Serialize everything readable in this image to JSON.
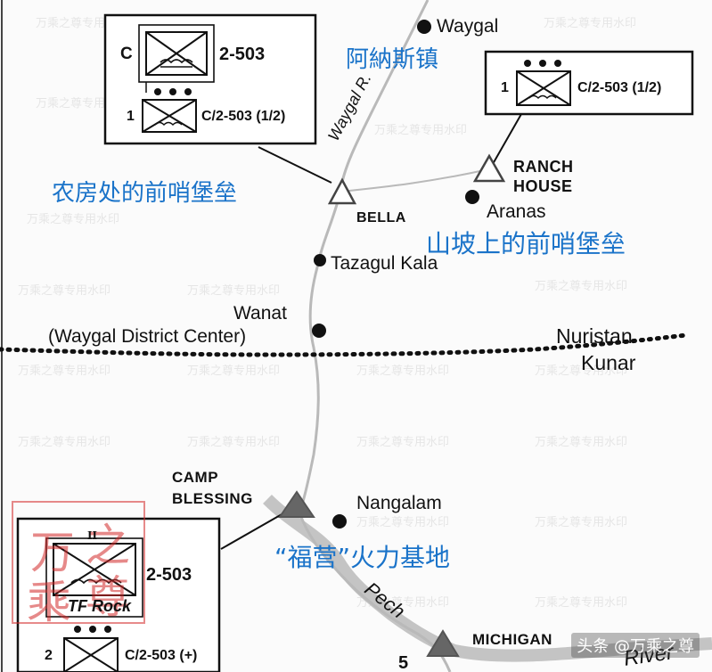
{
  "places": {
    "waygal": "Waygal",
    "bella": "BELLA",
    "ranch_house": "RANCH\nHOUSE",
    "aranas": "Aranas",
    "tazagul": "Tazagul Kala",
    "wanat": "Wanat",
    "wanat_sub": "(Waygal District Center)",
    "camp_blessing": "CAMP\nBLESSING",
    "nangalam": "Nangalam",
    "michigan": "MICHIGAN",
    "route_number": "5"
  },
  "regions": {
    "north": "Nuristan",
    "south": "Kunar"
  },
  "rivers": {
    "waygal": "Waygal R.",
    "pech": "Pech",
    "river": "River"
  },
  "chinese_labels": {
    "waygal_town": "阿納斯镇",
    "bella_outpost": "农房处的前哨堡垒",
    "ranch_outpost": "山坡上的前哨堡垒",
    "camp_blessing_base": "“福营”火力基地"
  },
  "units": {
    "bella_box": {
      "company_letter": "C",
      "company_unit": "2-503",
      "platoon_number": "1",
      "platoon_unit": "C/2-503 (1/2)"
    },
    "ranch_box": {
      "platoon_number": "1",
      "platoon_unit": "C/2-503 (1/2)"
    },
    "blessing_box": {
      "battalion_size": "II",
      "battalion_unit": "2-503",
      "task_force": "TF Rock",
      "platoon_number": "2",
      "platoon_unit": "C/2-503 (+)"
    }
  },
  "watermark": {
    "seal_text_1": "万",
    "seal_text_2": "之",
    "seal_text_3": "乘",
    "seal_text_4": "尊",
    "tiled": "万乘之尊专用水印"
  },
  "credit": "头条 @万乘之尊",
  "colors": {
    "chinese_label": "#1a73c9",
    "road": "#b9b9b9",
    "river": "#c4c4c4",
    "seal": "#d32a2a"
  }
}
